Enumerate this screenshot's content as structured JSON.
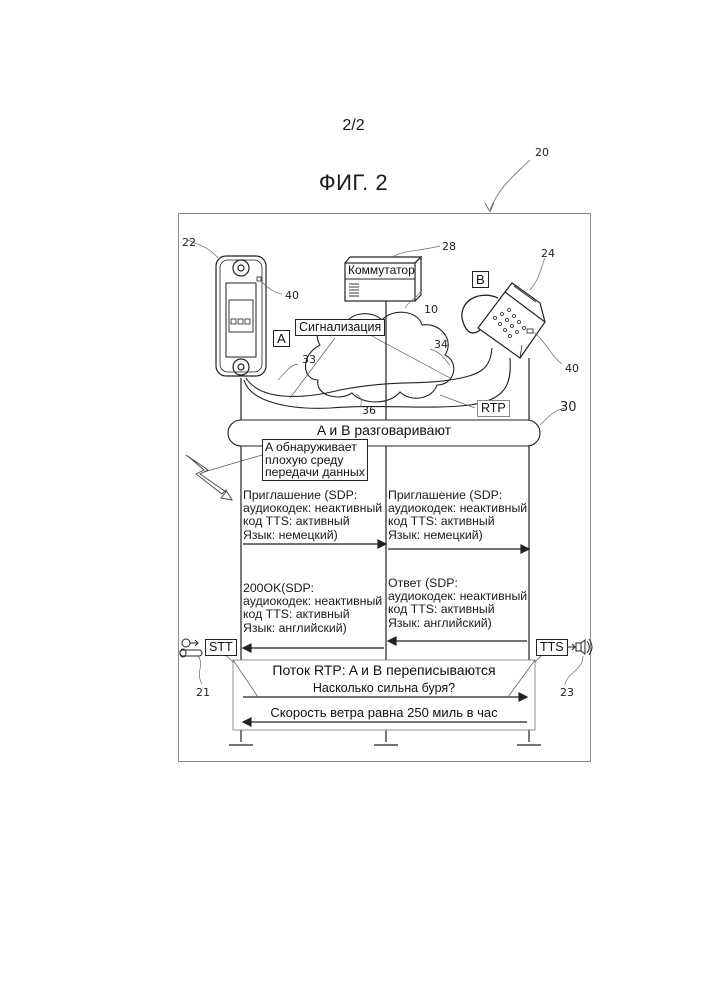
{
  "page_number": "2/2",
  "figure_title": "ФИГ. 2",
  "refs": {
    "system": "20",
    "device_a": "22",
    "device_b": "24",
    "switch": "28",
    "network": "10",
    "indicator_a": "40",
    "indicator_b": "40",
    "link_33": "33",
    "link_34": "34",
    "link_36": "36",
    "conversation": "30",
    "stt_ref": "21",
    "tts_ref": "23"
  },
  "labels": {
    "switch": "Коммутатор",
    "party_a": "A",
    "party_b": "B",
    "signaling": "Сигнализация",
    "rtp": "RTP",
    "conversation": "A и B разговаривают",
    "detect_note": [
      "A обнаруживает",
      "плохую среду",
      "передачи данных"
    ],
    "stt": "STT",
    "tts": "TTS"
  },
  "messages": {
    "invite_a": [
      "Приглашение (SDP:",
      "аудиокодек: неактивный",
      "код TTS: активный",
      "Язык: немецкий)"
    ],
    "invite_b": [
      "Приглашение (SDP:",
      "аудиокодек: неактивный",
      "код TTS: активный",
      "Язык: немецкий)"
    ],
    "ok_a": [
      "200OK(SDP:",
      "аудиокодек: неактивный",
      "код TTS: активный",
      "Язык: английский)"
    ],
    "answer_b": [
      "Ответ (SDP:",
      "аудиокодек: неактивный",
      "код TTS: активный",
      "Язык: английский)"
    ]
  },
  "rtp_stream": {
    "title": "Поток RTP: A и B переписываются",
    "question": "Насколько сильна буря?",
    "answer": "Скорость ветра равна 250 миль в час"
  }
}
